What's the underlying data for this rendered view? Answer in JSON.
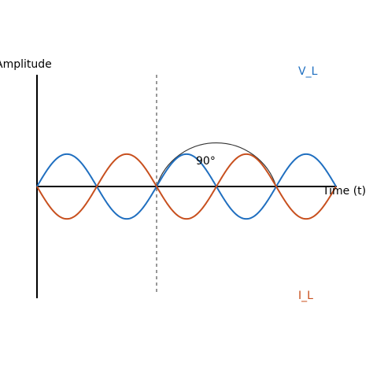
{
  "chart_data": {
    "type": "line",
    "title": "",
    "ylabel": "Amplitude",
    "xlabel": "Time (t)",
    "annotation": "90°",
    "x_unit": "periods",
    "xlim": [
      0,
      2.5
    ],
    "ylim": [
      -1,
      1
    ],
    "divider_x": 1.0,
    "arc_span": [
      1.0,
      2.0
    ],
    "samples_per_series": 400,
    "series": [
      {
        "name": "V_L",
        "color": "#1f6fc0",
        "amplitude": 0.29,
        "waveform": "sin(2*pi*x)",
        "legend_position": "top-right"
      },
      {
        "name": "I_L",
        "color": "#c8501e",
        "amplitude": 0.29,
        "waveform": "-sin(2*pi*x)",
        "legend_position": "bottom-right"
      }
    ],
    "grid": false
  }
}
